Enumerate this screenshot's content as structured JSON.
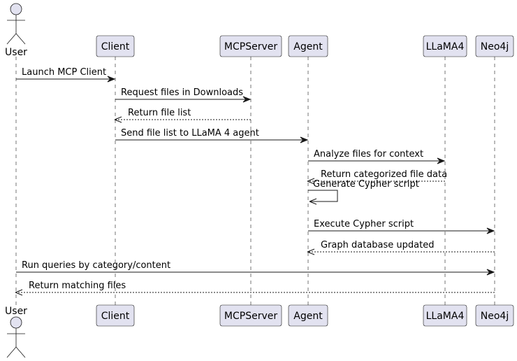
{
  "participants": [
    {
      "id": "user",
      "label": "User",
      "kind": "actor"
    },
    {
      "id": "client",
      "label": "Client",
      "kind": "box"
    },
    {
      "id": "mcpserver",
      "label": "MCPServer",
      "kind": "box"
    },
    {
      "id": "agent",
      "label": "Agent",
      "kind": "box"
    },
    {
      "id": "llama4",
      "label": "LLaMA4",
      "kind": "box"
    },
    {
      "id": "neo4j",
      "label": "Neo4j",
      "kind": "box"
    }
  ],
  "messages": [
    {
      "from": "user",
      "to": "client",
      "label": "Launch MCP Client",
      "style": "solid"
    },
    {
      "from": "client",
      "to": "mcpserver",
      "label": "Request files in Downloads",
      "style": "solid"
    },
    {
      "from": "mcpserver",
      "to": "client",
      "label": "Return file list",
      "style": "dashed"
    },
    {
      "from": "client",
      "to": "agent",
      "label": "Send file list to LLaMA 4 agent",
      "style": "solid"
    },
    {
      "from": "agent",
      "to": "llama4",
      "label": "Analyze files for context",
      "style": "solid"
    },
    {
      "from": "llama4",
      "to": "agent",
      "label": "Return categorized file data",
      "style": "dashed"
    },
    {
      "from": "agent",
      "to": "agent",
      "label": "Generate Cypher script",
      "style": "solid"
    },
    {
      "from": "agent",
      "to": "neo4j",
      "label": "Execute Cypher script",
      "style": "solid"
    },
    {
      "from": "neo4j",
      "to": "agent",
      "label": "Graph database updated",
      "style": "dashed"
    },
    {
      "from": "user",
      "to": "neo4j",
      "label": "Run queries by category/content",
      "style": "solid"
    },
    {
      "from": "neo4j",
      "to": "user",
      "label": "Return matching files",
      "style": "dashed"
    }
  ],
  "colors": {
    "participant_fill": "#E2E2F0",
    "line": "#181818"
  }
}
